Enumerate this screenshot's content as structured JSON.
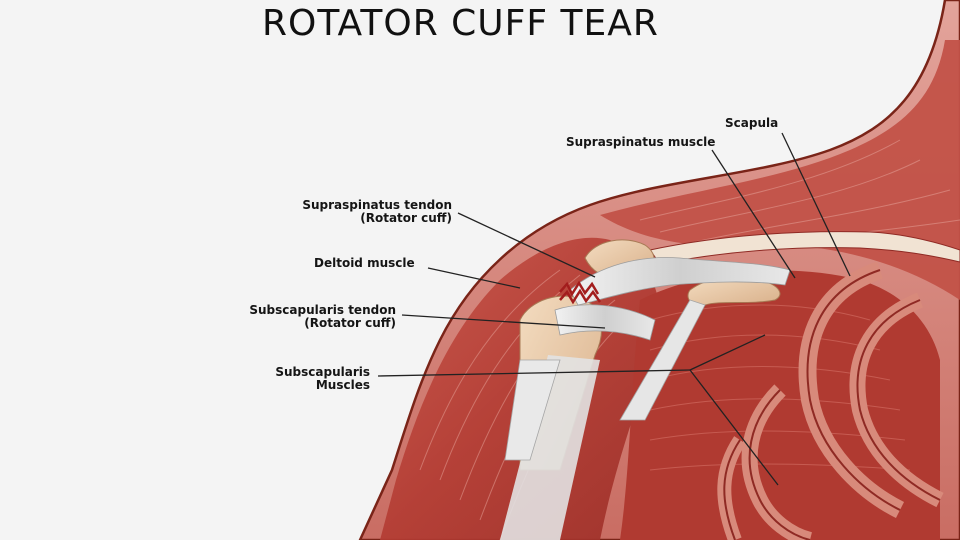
{
  "title": "ROTATOR CUFF TEAR",
  "labels": {
    "scapula": "Scapula",
    "supraspinatus_muscle": "Supraspinatus muscle",
    "supraspinatus_tendon_l1": "Supraspinatus tendon",
    "supraspinatus_tendon_l2": "(Rotator cuff)",
    "deltoid_muscle": "Deltoid muscle",
    "subscapularis_tendon_l1": "Subscapularis tendon",
    "subscapularis_tendon_l2": "(Rotator cuff)",
    "subscapularis_muscles_l1": "Subscapularis",
    "subscapularis_muscles_l2": "Muscles"
  },
  "colors": {
    "muscle": "#b8423a",
    "muscle_light": "#d9776c",
    "muscle_dark": "#8f2a24",
    "skin_outline": "#7a2418",
    "bone": "#e9c9a8",
    "tendon": "#dcdcdc",
    "tear": "#a31d1d",
    "background": "#f4f4f4"
  }
}
